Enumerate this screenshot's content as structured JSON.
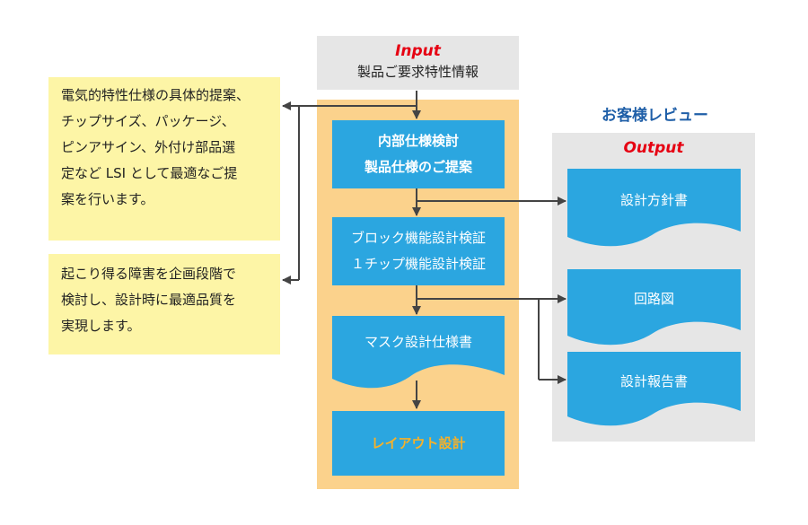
{
  "input": {
    "title": "Input",
    "subtitle": "製品ご要求特性情報"
  },
  "notes": {
    "top": [
      "電気的特性仕様の具体的提案、",
      "チップサイズ、パッケージ、",
      "ピンアサイン、外付け部品選",
      "定など LSI として最適なご提",
      "案を行います。"
    ],
    "bottom": [
      "起こり得る障害を企画段階で",
      "検討し、設計時に最適品質を",
      "実現します。"
    ]
  },
  "steps": {
    "spec": [
      "内部仕様検討",
      "製品仕様のご提案"
    ],
    "block": [
      "ブロック機能設計検証",
      "１チップ機能設計検証"
    ],
    "mask": "マスク設計仕様書",
    "layout": "レイアウト設計"
  },
  "review": {
    "title": "お客様レビュー",
    "output_title": "Output",
    "docs": [
      "設計方針書",
      "回路図",
      "設計報告書"
    ]
  },
  "colors": {
    "step_blue": "#2ba6e0",
    "panel_orange": "#fbd28c",
    "note_yellow": "#fdf5a6",
    "title_red": "#e60012",
    "review_blue": "#1f5fa8",
    "layout_text": "#f5b12a",
    "arrow": "#444444"
  }
}
